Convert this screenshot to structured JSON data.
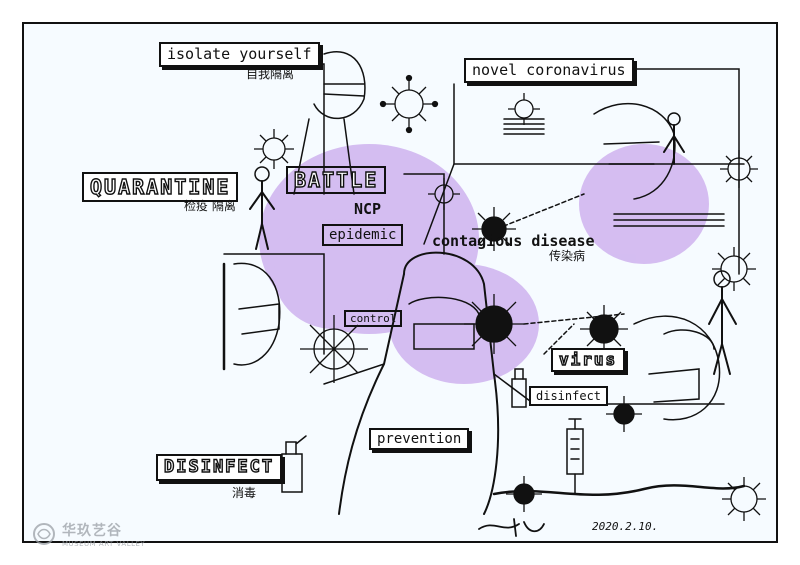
{
  "labels": {
    "isolate": "isolate yourself",
    "isolate_cn": "自我隔离",
    "novel_coronavirus": "novel coronavirus",
    "quarantine": "QUARANTINE",
    "quarantine_cn": "检疫 隔离",
    "battle": "BATTLE",
    "ncp": "NCP",
    "epidemic": "epidemic",
    "contagious": "contagious disease",
    "contagious_cn": "传染病",
    "control": "control",
    "virus": "virus",
    "disinfect_small": "disinfect",
    "prevention": "prevention",
    "disinfect_big": "DISINFECT",
    "disinfect_cn": "消毒",
    "date": "2020.2.10."
  },
  "watermark": {
    "name": "华玖艺谷",
    "sub": "MUSEUM ART VALLEY"
  },
  "colors": {
    "ink": "#111111",
    "paper": "#f6fbff",
    "purple_wash": "#b98be6",
    "watermark": "#9aa0a6"
  }
}
